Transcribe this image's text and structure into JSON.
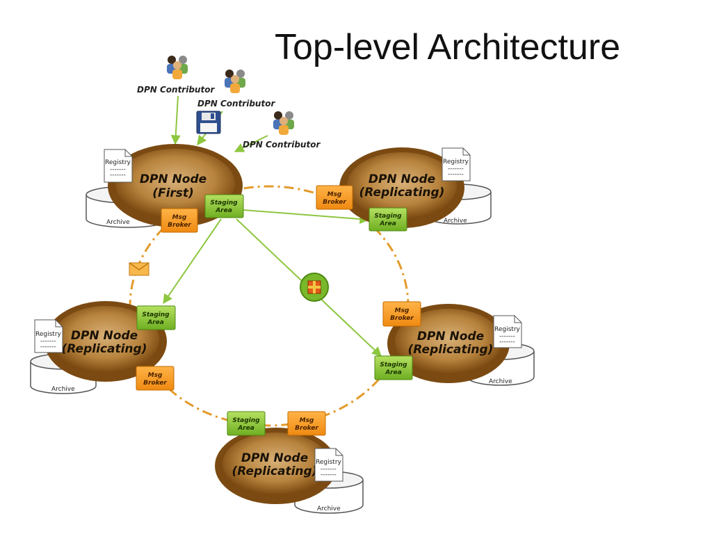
{
  "title": "Top-level Architecture",
  "contributors": [
    {
      "label": "DPN Contributor"
    },
    {
      "label": "DPN Contributor"
    },
    {
      "label": "DPN Contributor"
    }
  ],
  "nodes": [
    {
      "line1": "DPN Node",
      "line2": "(First)"
    },
    {
      "line1": "DPN Node",
      "line2": "(Replicating)"
    },
    {
      "line1": "DPN Node",
      "line2": "(Replicating)"
    },
    {
      "line1": "DPN Node",
      "line2": "(Replicating)"
    },
    {
      "line1": "DPN Node",
      "line2": "(Replicating)"
    }
  ],
  "labels": {
    "registry": "Registry",
    "dashes": "-------",
    "archive": "Archive",
    "staging_1": "Staging",
    "staging_2": "Area",
    "broker_1": "Msg",
    "broker_2": "Broker"
  },
  "colors": {
    "node_outer": "#7b4a12",
    "node_inner": "#bf8f4a",
    "staging": "#8cc63f",
    "broker": "#f7941d",
    "arrow": "#8dc63f",
    "ring": "#e39a2b"
  },
  "icons": [
    "people-icon",
    "floppy-disk-icon",
    "envelope-icon",
    "package-icon",
    "registry-document-icon",
    "archive-disk-icon"
  ]
}
